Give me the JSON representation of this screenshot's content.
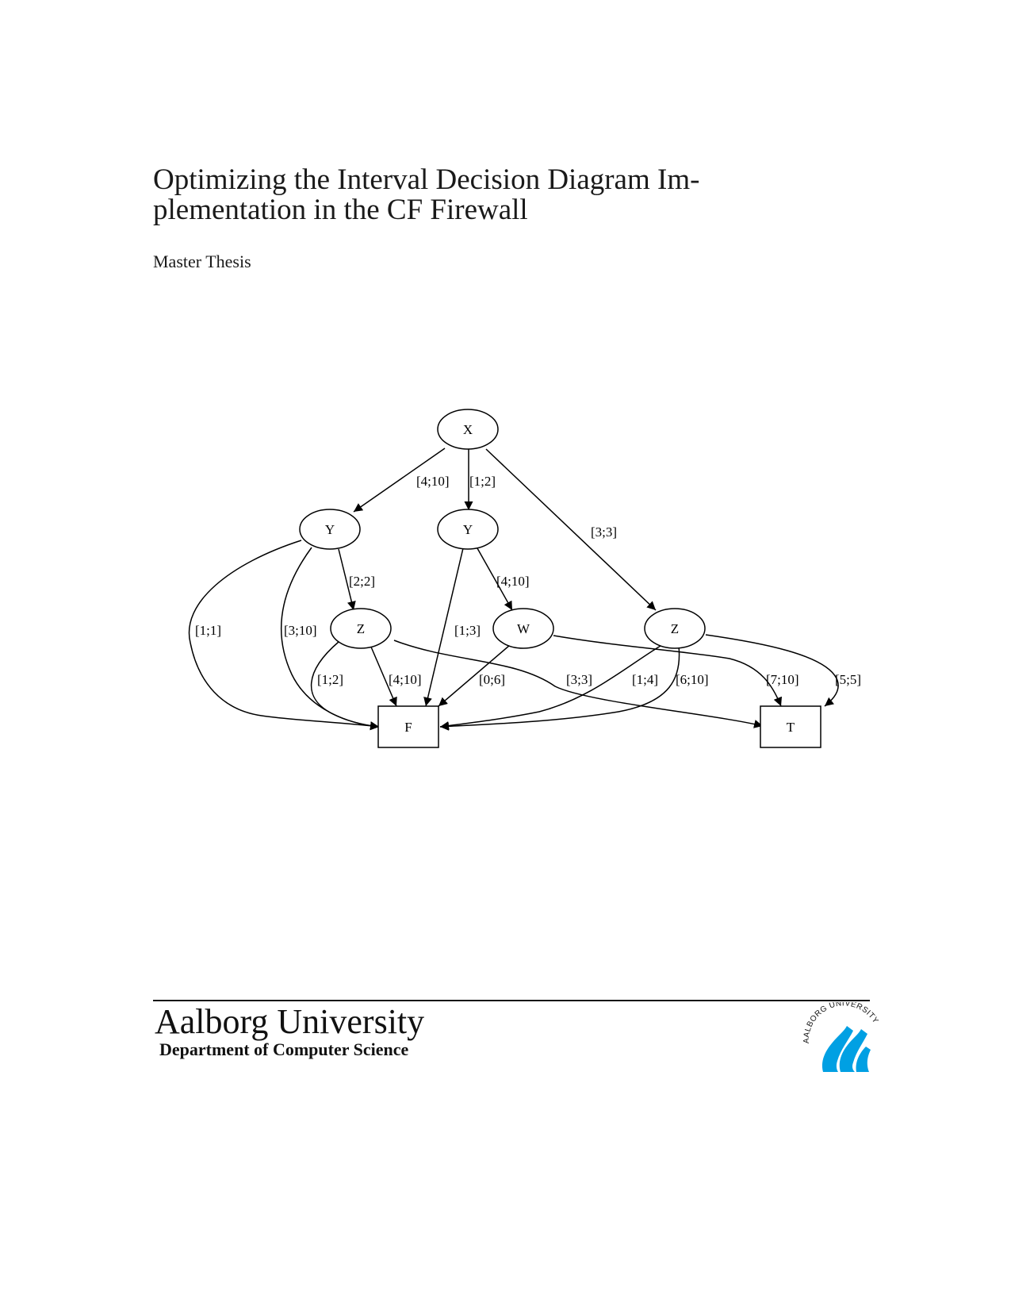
{
  "document": {
    "title_line1": "Optimizing the Interval Decision Diagram Im-",
    "title_line2": "plementation in the CF Firewall",
    "subtitle": "Master Thesis"
  },
  "diagram": {
    "nodes": [
      {
        "id": "x",
        "label": "X",
        "shape": "ellipse"
      },
      {
        "id": "y1",
        "label": "Y",
        "shape": "ellipse"
      },
      {
        "id": "y2",
        "label": "Y",
        "shape": "ellipse"
      },
      {
        "id": "z1",
        "label": "Z",
        "shape": "ellipse"
      },
      {
        "id": "w",
        "label": "W",
        "shape": "ellipse"
      },
      {
        "id": "z2",
        "label": "Z",
        "shape": "ellipse"
      },
      {
        "id": "f",
        "label": "F",
        "shape": "box"
      },
      {
        "id": "t",
        "label": "T",
        "shape": "box"
      }
    ],
    "edges": [
      {
        "from": "x",
        "to": "y1",
        "label": "[4;10]"
      },
      {
        "from": "x",
        "to": "y2",
        "label": "[1;2]"
      },
      {
        "from": "x",
        "to": "z2",
        "label": "[3;3]"
      },
      {
        "from": "y1",
        "to": "z1",
        "label": "[2;2]"
      },
      {
        "from": "y1",
        "to": "f",
        "label": "[1;1]"
      },
      {
        "from": "y1",
        "to": "f",
        "label": "[3;10]"
      },
      {
        "from": "y2",
        "to": "w",
        "label": "[4;10]"
      },
      {
        "from": "y2",
        "to": "f",
        "label": "[1;3]"
      },
      {
        "from": "z1",
        "to": "f",
        "label": "[1;2]"
      },
      {
        "from": "z1",
        "to": "f",
        "label": "[4;10]"
      },
      {
        "from": "z1",
        "to": "t",
        "label": "[3;3]"
      },
      {
        "from": "w",
        "to": "f",
        "label": "[0;6]"
      },
      {
        "from": "w",
        "to": "t",
        "label": "[7;10]"
      },
      {
        "from": "z2",
        "to": "f",
        "label": "[1;4]"
      },
      {
        "from": "z2",
        "to": "f",
        "label": "[6;10]"
      },
      {
        "from": "z2",
        "to": "t",
        "label": "[5;5]"
      }
    ]
  },
  "footer": {
    "university": "Aalborg University",
    "department": "Department of Computer Science",
    "logo_text": "AALBORG UNIVERSITY",
    "logo_color": "#00a0e3"
  }
}
